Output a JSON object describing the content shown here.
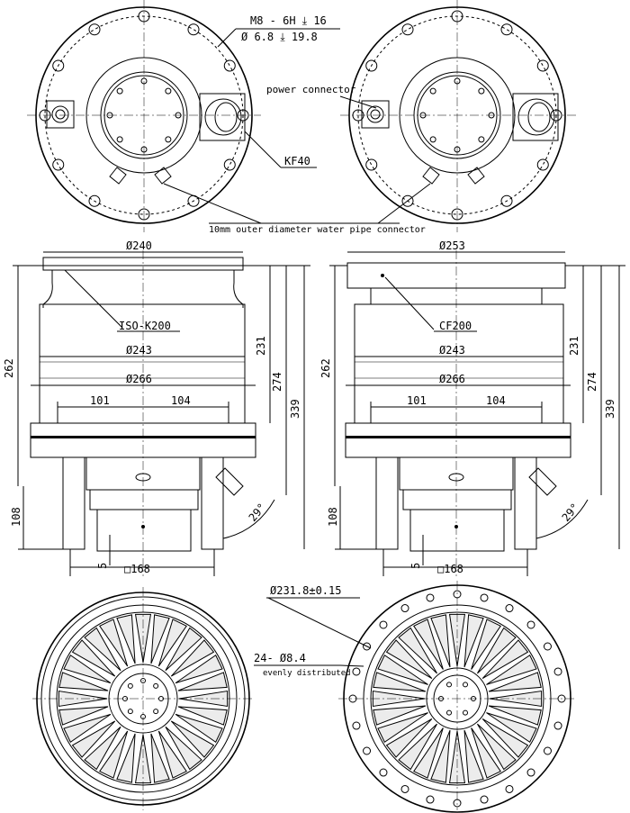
{
  "annotations": {
    "thread": "M8 - 6H ⤓ 16",
    "drill": "Ø 6.8 ⤓ 19.8",
    "power_connector": "power connector",
    "kf40": "KF40",
    "water_pipe": "10mm outer diameter water pipe connector",
    "iso_k200": "ISO-K200",
    "cf200": "CF200",
    "bolt_circle": "Ø231.8±0.15",
    "holes": "24- Ø8.4",
    "evenly": "evenly distributed"
  },
  "dims": {
    "d240": "Ø240",
    "d253": "Ø253",
    "d243": "Ø243",
    "d266": "Ø266",
    "w101": "101",
    "w104": "104",
    "h262": "262",
    "h231": "231",
    "h274": "274",
    "h339": "339",
    "h108": "108",
    "h5": "5",
    "sq168": "□168",
    "ang29": "29°"
  }
}
